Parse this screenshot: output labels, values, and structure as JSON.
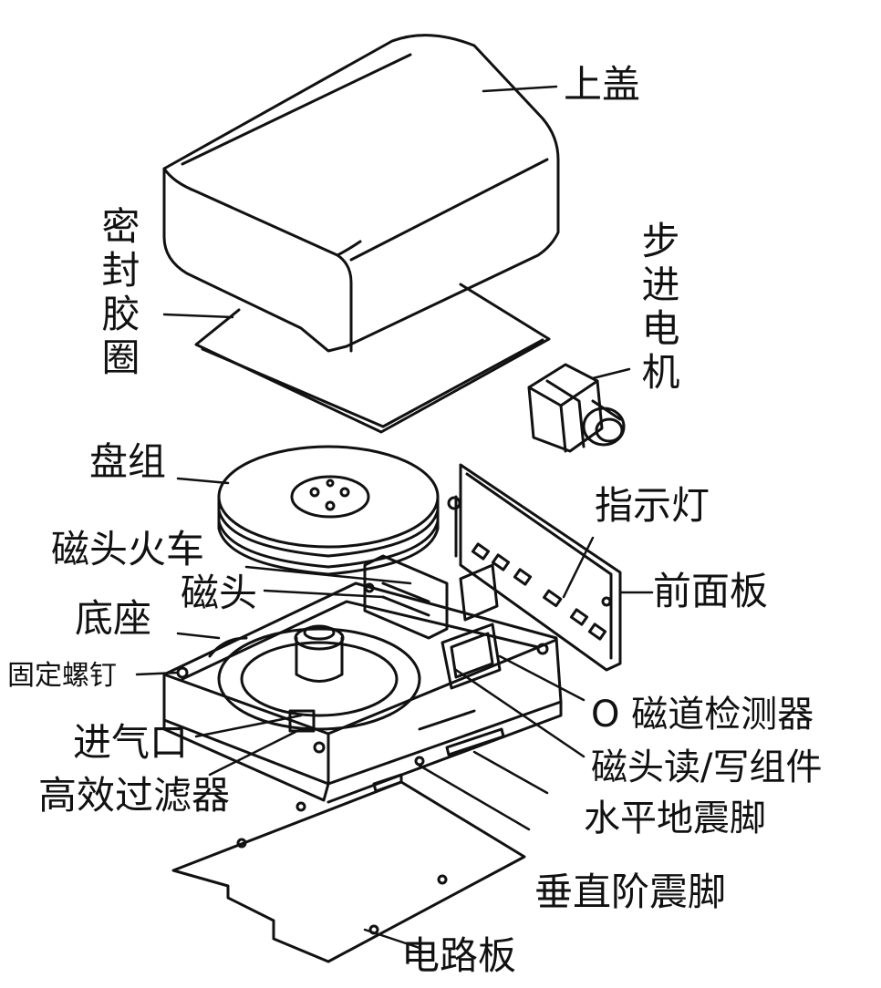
{
  "labels": {
    "top_cover": "上盖",
    "seal_ring": "密封胶圈",
    "stepper_motor": "步进电机",
    "disk_pack": "盘组",
    "indicator_light": "指示灯",
    "head_carriage": "磁头火车",
    "front_panel": "前面板",
    "head": "磁头",
    "base": "底座",
    "mount_screw": "固定螺钉",
    "track_detector": "O 磁道检测器",
    "air_inlet": "进气口",
    "rw_head_assembly": "磁头读/写组件",
    "hepa_filter": "高效过滤器",
    "horizontal_shock_mount": "水平地震脚",
    "vertical_shock_mount": "垂直阶震脚",
    "circuit_board": "电路板"
  },
  "colors": {
    "line": "#111111",
    "background": "#ffffff"
  }
}
